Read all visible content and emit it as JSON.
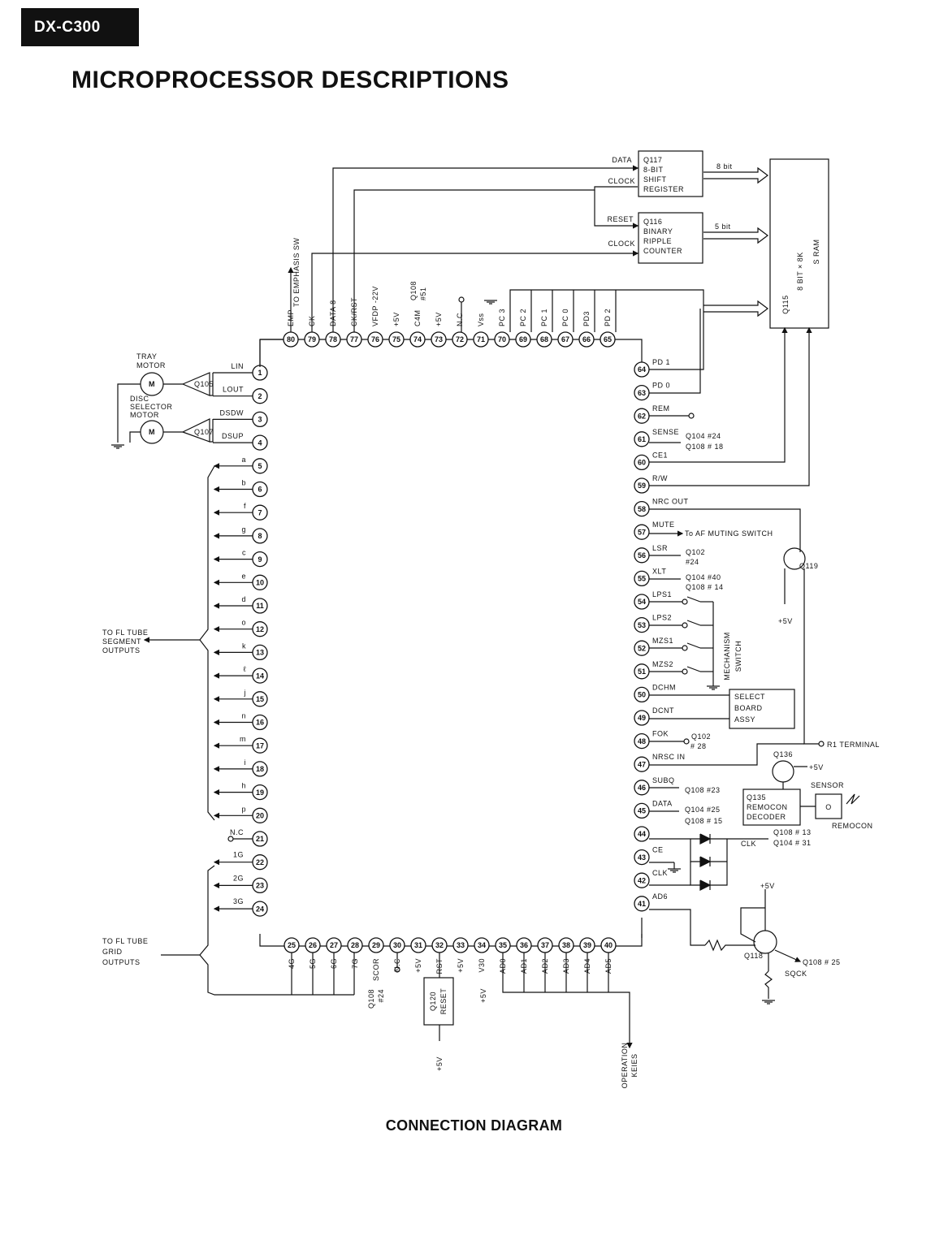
{
  "header": {
    "model": "DX-C300",
    "title": "MICROPROCESSOR DESCRIPTIONS"
  },
  "caption": "CONNECTION DIAGRAM",
  "chip": {
    "left_pins": [
      {
        "n": 1,
        "label": "LIN"
      },
      {
        "n": 2,
        "label": "LOUT"
      },
      {
        "n": 3,
        "label": "DSDW"
      },
      {
        "n": 4,
        "label": "DSUP"
      },
      {
        "n": 5,
        "label": "a"
      },
      {
        "n": 6,
        "label": "b"
      },
      {
        "n": 7,
        "label": "f"
      },
      {
        "n": 8,
        "label": "g"
      },
      {
        "n": 9,
        "label": "c"
      },
      {
        "n": 10,
        "label": "e"
      },
      {
        "n": 11,
        "label": "d"
      },
      {
        "n": 12,
        "label": "o"
      },
      {
        "n": 13,
        "label": "k"
      },
      {
        "n": 14,
        "label": "ℓ"
      },
      {
        "n": 15,
        "label": "j"
      },
      {
        "n": 16,
        "label": "n"
      },
      {
        "n": 17,
        "label": "m"
      },
      {
        "n": 18,
        "label": "i"
      },
      {
        "n": 19,
        "label": "h"
      },
      {
        "n": 20,
        "label": "p"
      },
      {
        "n": 21,
        "label": "N.C"
      },
      {
        "n": 22,
        "label": "1G"
      },
      {
        "n": 23,
        "label": "2G"
      },
      {
        "n": 24,
        "label": "3G"
      }
    ],
    "right_pins": [
      {
        "n": 64,
        "label": "PD 1"
      },
      {
        "n": 63,
        "label": "PD 0"
      },
      {
        "n": 62,
        "label": "REM"
      },
      {
        "n": 61,
        "label": "SENSE"
      },
      {
        "n": 60,
        "label": "CE1"
      },
      {
        "n": 59,
        "label": "R/W"
      },
      {
        "n": 58,
        "label": "NRC OUT"
      },
      {
        "n": 57,
        "label": "MUTE"
      },
      {
        "n": 56,
        "label": "LSR"
      },
      {
        "n": 55,
        "label": "XLT"
      },
      {
        "n": 54,
        "label": "LPS1"
      },
      {
        "n": 53,
        "label": "LPS2"
      },
      {
        "n": 52,
        "label": "MZS1"
      },
      {
        "n": 51,
        "label": "MZS2"
      },
      {
        "n": 50,
        "label": "DCHM"
      },
      {
        "n": 49,
        "label": "DCNT"
      },
      {
        "n": 48,
        "label": "FOK"
      },
      {
        "n": 47,
        "label": "NRSC IN"
      },
      {
        "n": 46,
        "label": "SUBQ"
      },
      {
        "n": 45,
        "label": "DATA"
      },
      {
        "n": 44,
        "label": ""
      },
      {
        "n": 43,
        "label": "CE"
      },
      {
        "n": 42,
        "label": "CLK"
      },
      {
        "n": 41,
        "label": "AD6"
      }
    ],
    "top_pins": [
      {
        "n": 80,
        "label": "EMP"
      },
      {
        "n": 79,
        "label": "CK"
      },
      {
        "n": 78,
        "label": "DATA 8"
      },
      {
        "n": 77,
        "label": "CK/RST"
      },
      {
        "n": 76,
        "label": "VFDP  -22V"
      },
      {
        "n": 75,
        "label": "+5V"
      },
      {
        "n": 74,
        "label": "C4M"
      },
      {
        "n": 73,
        "label": "+5V"
      },
      {
        "n": 72,
        "label": "N.C"
      },
      {
        "n": 71,
        "label": "Vss"
      },
      {
        "n": 70,
        "label": "PC 3"
      },
      {
        "n": 69,
        "label": "PC 2"
      },
      {
        "n": 68,
        "label": "PC 1"
      },
      {
        "n": 67,
        "label": "PC 0"
      },
      {
        "n": 66,
        "label": "PD3"
      },
      {
        "n": 65,
        "label": "PD 2"
      }
    ],
    "bottom_pins": [
      {
        "n": 25,
        "label": "4G"
      },
      {
        "n": 26,
        "label": "5G"
      },
      {
        "n": 27,
        "label": "6G"
      },
      {
        "n": 28,
        "label": "7G"
      },
      {
        "n": 29,
        "label": "SCOR"
      },
      {
        "n": 30,
        "label": "N.C"
      },
      {
        "n": 31,
        "label": "+5V"
      },
      {
        "n": 32,
        "label": "RST"
      },
      {
        "n": 33,
        "label": "+5V"
      },
      {
        "n": 34,
        "label": "V30"
      },
      {
        "n": 35,
        "label": "AD0"
      },
      {
        "n": 36,
        "label": "AD1"
      },
      {
        "n": 37,
        "label": "AD2"
      },
      {
        "n": 38,
        "label": "AD3"
      },
      {
        "n": 39,
        "label": "AD4"
      },
      {
        "n": 40,
        "label": "AD5"
      }
    ]
  },
  "labels": {
    "emphasis": "TO EMPHASIS SW",
    "q108_51a": "Q108",
    "q108_51b": "#51",
    "data": "DATA",
    "clock": "CLOCK",
    "reset": "RESET",
    "q117": [
      "Q117",
      "8-BIT",
      "SHIFT",
      "REGISTER"
    ],
    "q116": [
      "Q116",
      "BINARY",
      "RIPPLE",
      "COUNTER"
    ],
    "bits8": "8 bit",
    "bits5": "5 bit",
    "ram_a": "8 BIT × 8K",
    "ram_b": "S RAM",
    "q115": "Q115",
    "tray_motor": [
      "TRAY",
      "MOTOR"
    ],
    "disc_motor": [
      "DISC",
      "SELECTOR",
      "MOTOR"
    ],
    "motor": "M",
    "q105": "Q105",
    "q107": "Q107",
    "fl_segment": [
      "TO FL TUBE",
      "SEGMENT",
      "OUTPUTS"
    ],
    "fl_grid": [
      "TO FL TUBE",
      "GRID",
      "OUTPUTS"
    ],
    "q104_24": "Q104  #24",
    "q108_18": "Q108  # 18",
    "to_af_muting": "To AF MUTING SWITCH",
    "q102": "Q102",
    "q102_24": "#24",
    "q104_40": "Q104  #40",
    "q108_14": "Q108  # 14",
    "q119": "Q119",
    "plus5v": "+5V",
    "mechanism": [
      "MECHANISM",
      "SWITCH"
    ],
    "select_board": [
      "SELECT",
      "BOARD",
      "ASSY"
    ],
    "q102_fok": "Q102",
    "q102_28": "# 28",
    "r1_terminal": "R1 TERMINAL",
    "q136": "Q136",
    "q135": [
      "Q135",
      "REMOCON",
      "DECODER"
    ],
    "sensor": "SENSOR",
    "remocon": "REMOCON",
    "q108_23": "Q108  #23",
    "q104_25": "Q104  #25",
    "q108_15": "Q108  # 15",
    "q108_13": "Q108  # 13",
    "q104_31": "Q104  # 31",
    "clk": "CLK",
    "q118": "Q118",
    "sqck": "SQCK",
    "q108_25": "Q108 # 25",
    "q108_24_bottom_a": "Q108",
    "q108_24_bottom_b": "#24",
    "q120": [
      "Q120",
      "RESET"
    ],
    "operation": [
      "OPERATION",
      "KEIES"
    ]
  }
}
